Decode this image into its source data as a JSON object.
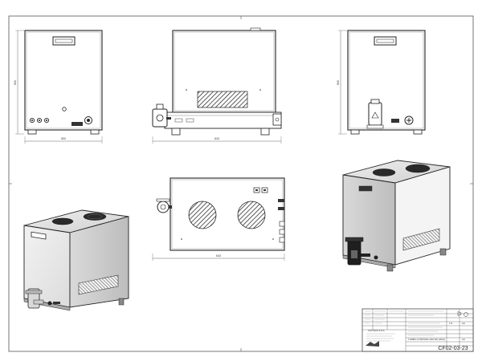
{
  "dimensions": {
    "front_width": "500",
    "front_height": "600",
    "side_width": "643",
    "right_height": "600",
    "top_width": "643"
  },
  "title_block": {
    "company": "CATTANI S.P.A.",
    "description": "TURBO-CYMOSSE CAM 420 (2021)",
    "scale": "1:5",
    "sheet_size": "A3",
    "sheet_label": "A4",
    "drawing_number": "CF02-03-23"
  }
}
